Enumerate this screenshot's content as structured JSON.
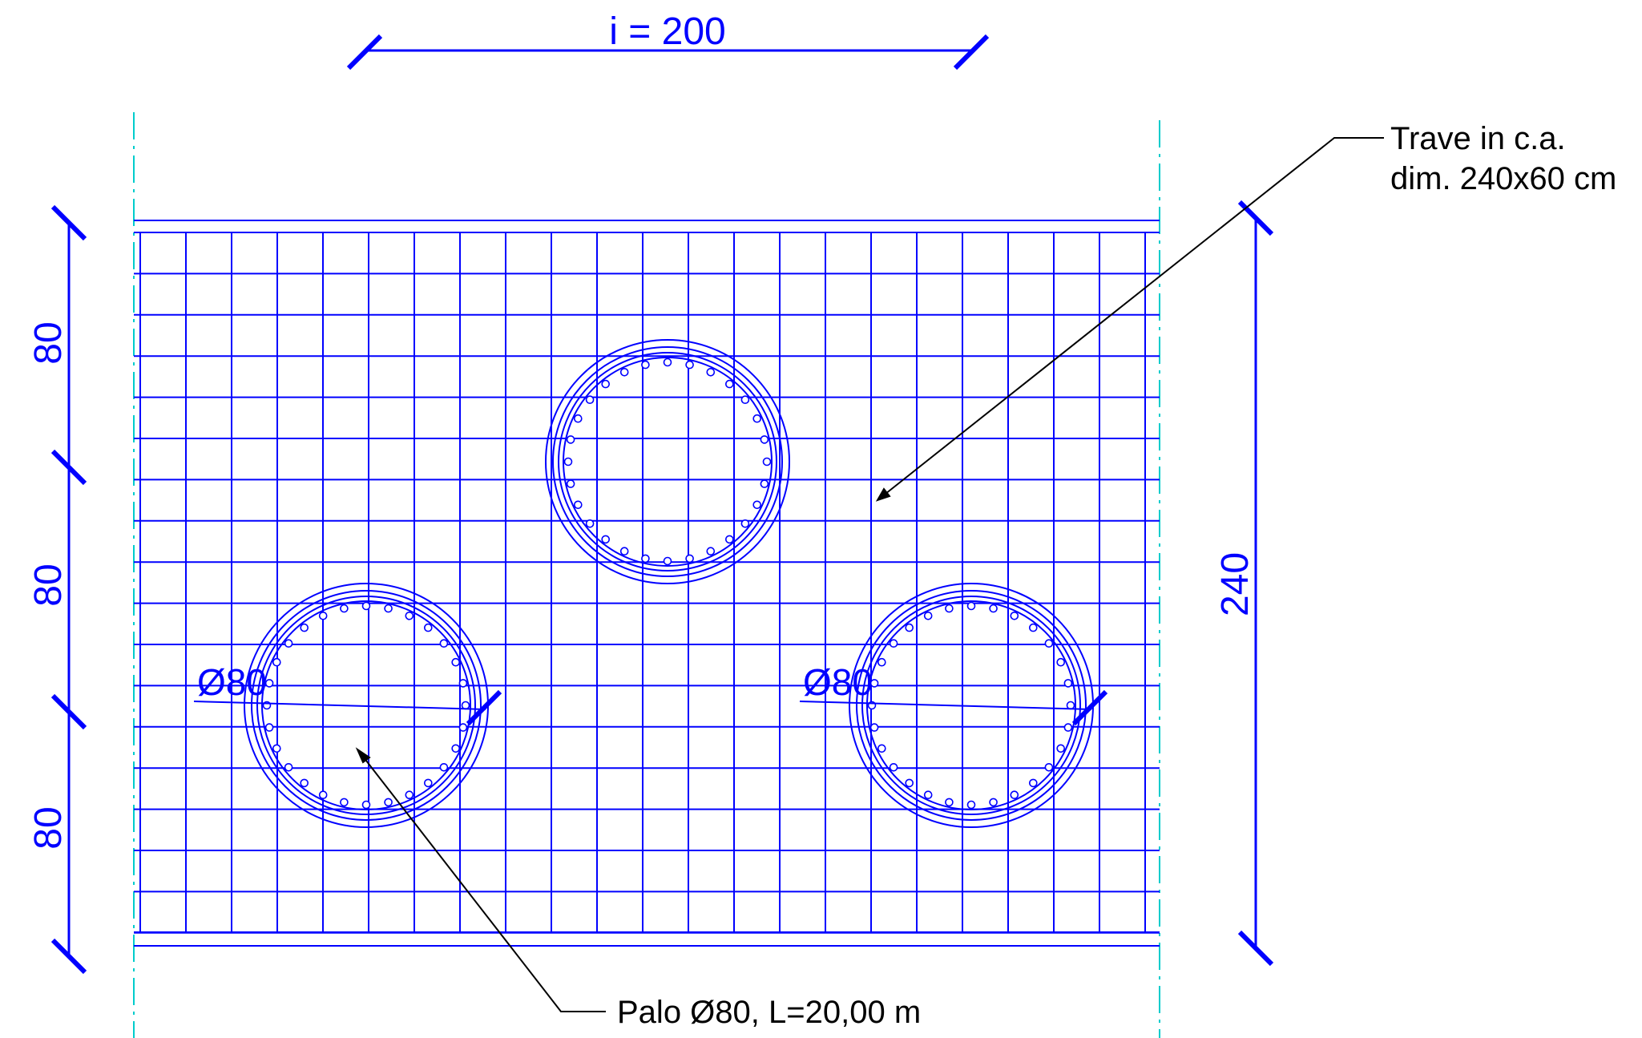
{
  "dimensions": {
    "spacing_label": "i = 200",
    "left_segments": [
      "80",
      "80",
      "80"
    ],
    "total_height": "240",
    "pile_diameter_left": "Ø80",
    "pile_diameter_right": "Ø80"
  },
  "annotations": {
    "beam_line1": "Trave in c.a.",
    "beam_line2": "dim. 240x60 cm",
    "pile": "Palo Ø80, L=20,00 m"
  },
  "beam": {
    "width_cm": 240,
    "depth_cm": 60
  },
  "pile": {
    "count": 3,
    "diameter_cm": 80,
    "length_m": 20.0,
    "rebar_count": 28
  },
  "colors": {
    "rebar": "#0000ff",
    "dimension": "#0000ff",
    "axis": "#00cccc",
    "leader": "#000000"
  }
}
